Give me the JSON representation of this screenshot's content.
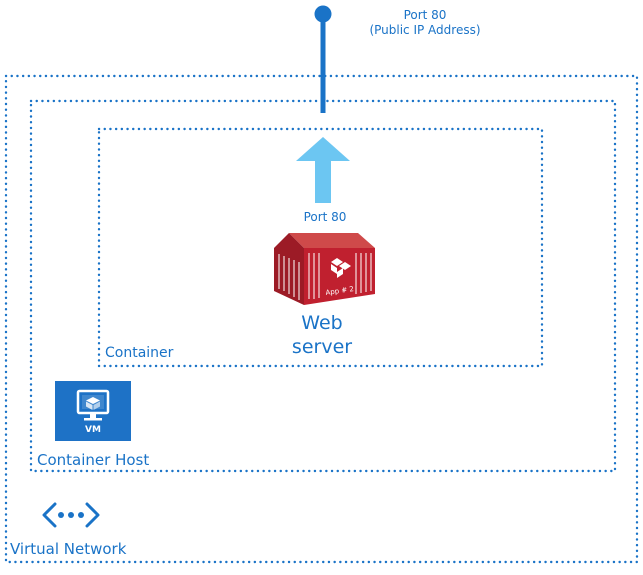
{
  "public_port": {
    "line1": "Port 80",
    "line2": "(Public IP Address)"
  },
  "container_port": "Port 80",
  "web_server": {
    "line1": "Web",
    "line2": "server"
  },
  "container_graphic": {
    "label": "App # 2"
  },
  "zones": {
    "container": "Container",
    "container_host": "Container Host",
    "virtual_network": "Virtual Network"
  },
  "vm_icon": {
    "label": "VM"
  },
  "colors": {
    "accent_blue": "#1a73c7",
    "arrow_light_blue": "#6cc6f2",
    "container_red": "#c0202f",
    "vm_tile_blue": "#1e72c6"
  }
}
